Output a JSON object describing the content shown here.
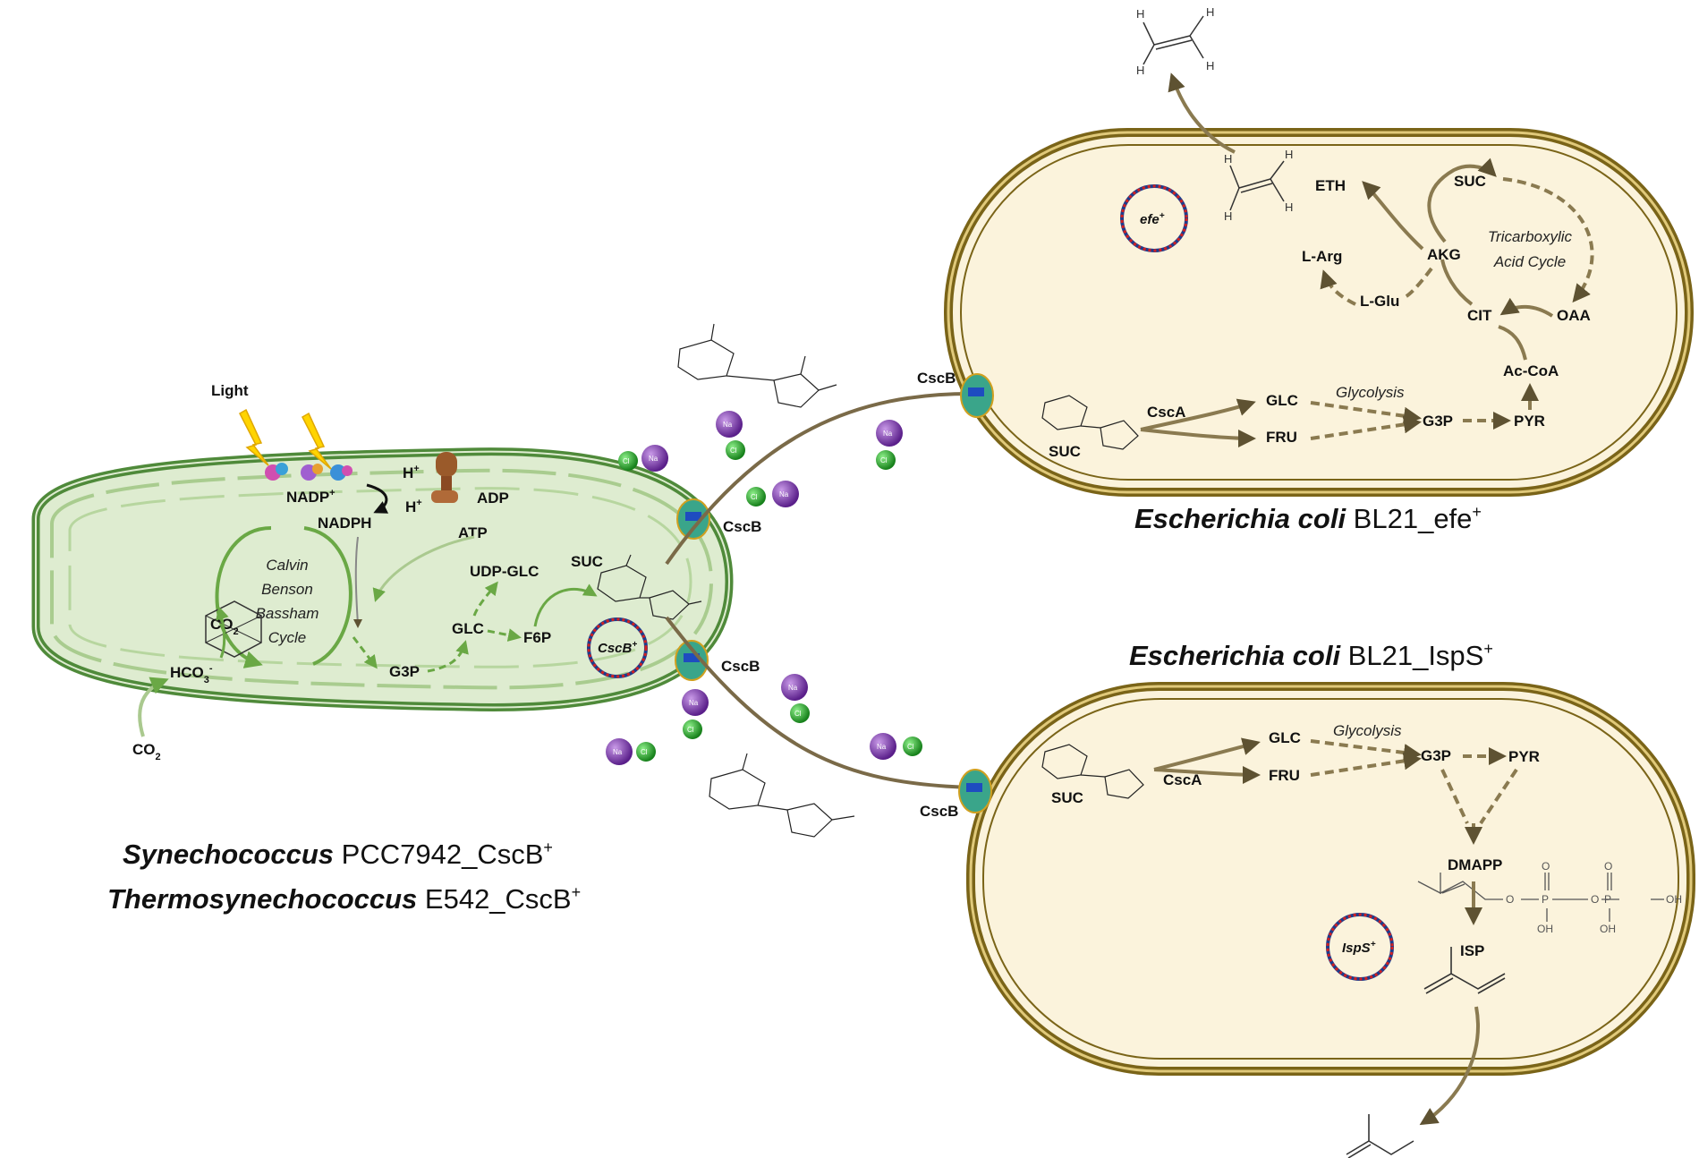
{
  "organisms": {
    "syn_line1_italic": "Synechococcus",
    "syn_line1_rest": " PCC7942_CscB",
    "syn_line2_italic": "Thermosynechococcus",
    "syn_line2_rest": " E542_CscB",
    "sup_plus": "+",
    "ecoli_efe_italic": "Escherichia coli",
    "ecoli_efe_rest": " BL21_efe",
    "ecoli_isps_italic": "Escherichia coli",
    "ecoli_isps_rest": " BL21_IspS"
  },
  "cyano": {
    "light": "Light",
    "nadp": "NADP",
    "nadph": "NADPH",
    "h_plus": "H",
    "adp": "ADP",
    "atp": "ATP",
    "calvin": [
      "Calvin",
      "Benson",
      "Bassham",
      "Cycle"
    ],
    "co2": "CO",
    "hco3": "HCO",
    "hco3_sub": "3",
    "hco3_sup": "-",
    "co2_out": "CO",
    "sub2": "2",
    "g3p": "G3P",
    "glc": "GLC",
    "f6p": "F6P",
    "udp_glc": "UDP-GLC",
    "suc": "SUC",
    "plasmid": "CscB",
    "cscb_top": "CscB",
    "cscb_bottom": "CscB"
  },
  "ions": {
    "na": "Na",
    "cl": "Cl"
  },
  "efe_cell": {
    "cscb": "CscB",
    "suc": "SUC",
    "csca": "CscA",
    "glc": "GLC",
    "fru": "FRU",
    "glycolysis": "Glycolysis",
    "g3p": "G3P",
    "pyr": "PYR",
    "accoa": "Ac-CoA",
    "cit": "CIT",
    "oaa": "OAA",
    "akg": "AKG",
    "suc_tca": "SUC",
    "tca": [
      "Tricarboxylic",
      "Acid Cycle"
    ],
    "eth": "ETH",
    "larg": "L-Arg",
    "lglu": "L-Glu",
    "plasmid": "efe",
    "h": "H"
  },
  "isps_cell": {
    "cscb": "CscB",
    "suc": "SUC",
    "csca": "CscA",
    "glc": "GLC",
    "fru": "FRU",
    "glycolysis": "Glycolysis",
    "g3p": "G3P",
    "pyr": "PYR",
    "dmapp": "DMAPP",
    "isp": "ISP",
    "plasmid": "IspS",
    "o": "O",
    "p": "P",
    "oh": "OH"
  },
  "colors": {
    "cyano_fill": "#deecd0",
    "cyano_wall": "#4f8a3a",
    "ecoli_fill": "#fbf3dc",
    "ecoli_wall": "#7a6418",
    "green_arrow": "#7fb85a",
    "brown_arrow": "#8a7a50"
  }
}
